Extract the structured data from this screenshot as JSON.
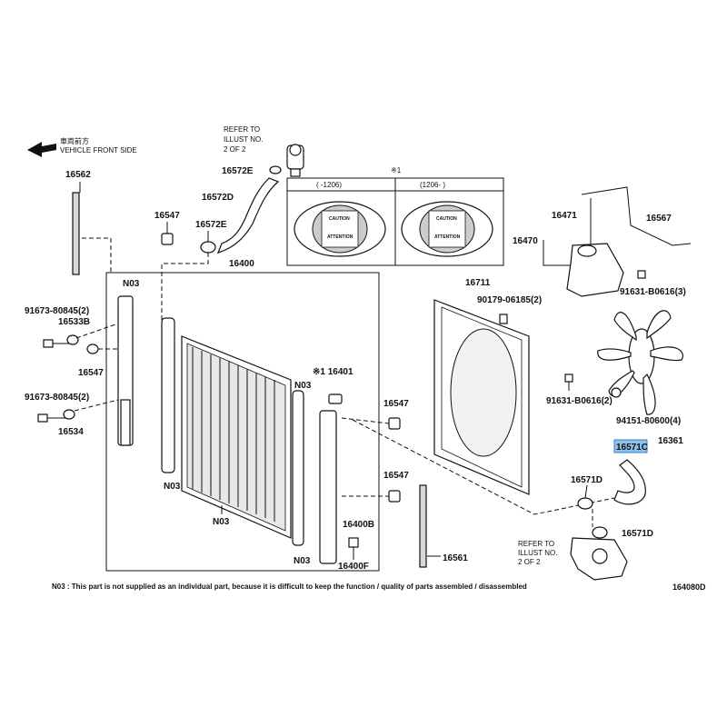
{
  "orientation": {
    "jp": "車両前方",
    "en": "VEHICLE FRONT SIDE"
  },
  "refer_top": [
    "REFER TO",
    "ILLUST NO.",
    "2 OF 2"
  ],
  "refer_bottom": [
    "REFER TO",
    "ILLUST NO.",
    "2 OF 2"
  ],
  "cap_inset": {
    "mark": "※1",
    "left_range": "(     -1206)",
    "right_range": "(1206-     )",
    "left_cap_texts": [
      "CAUTION",
      "ATTENTION"
    ],
    "right_cap_texts": [
      "CAUTION",
      "ATTENTION"
    ]
  },
  "parts": {
    "p16562": "16562",
    "p16547_a": "16547",
    "p16572E_a": "16572E",
    "p16572D": "16572D",
    "p16572E_b": "16572E",
    "p16400": "16400",
    "pN03_a": "N03",
    "p91673_a": "91673-80845(2)",
    "p16533B": "16533B",
    "p16547_b": "16547",
    "p91673_b": "91673-80845(2)",
    "p16534": "16534",
    "pN03_b": "N03",
    "pN03_c": "N03",
    "p16401": "※1 16401",
    "pN03_d": "N03",
    "p16547_c": "16547",
    "p16547_d": "16547",
    "p16400B": "16400B",
    "pN03_e": "N03",
    "p16400F": "16400F",
    "p16561": "16561",
    "p16711": "16711",
    "p90179": "90179-06185(2)",
    "p91631_a": "91631-B0616(2)",
    "p16471": "16471",
    "p16567": "16567",
    "p16470": "16470",
    "p91631_b": "91631-B0616(3)",
    "p94151": "94151-80600(4)",
    "p16361": "16361",
    "p16571C": "16571C",
    "p16571D_a": "16571D",
    "p16571D_b": "16571D"
  },
  "footnote": "N03 : This part is not supplied as an individual part, because it is difficult to keep the function / quality of parts assembled / disassembled",
  "diagram_code": "164080D",
  "colors": {
    "highlight": "#8ec0ee",
    "line": "#111111"
  }
}
